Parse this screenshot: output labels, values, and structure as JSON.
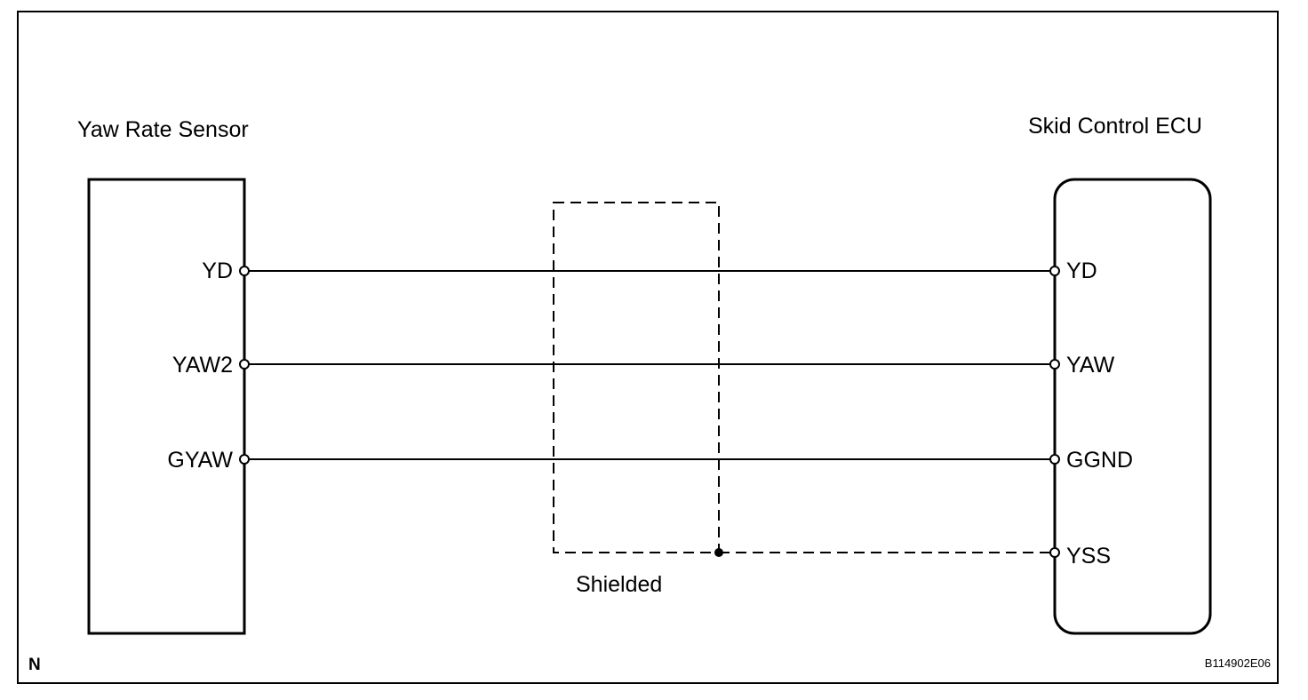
{
  "diagram": {
    "left_component": {
      "title": "Yaw Rate Sensor",
      "pins": [
        "YD",
        "YAW2",
        "GYAW"
      ]
    },
    "right_component": {
      "title": "Skid Control ECU",
      "pins": [
        "YD",
        "YAW",
        "GGND",
        "YSS"
      ]
    },
    "shield_label": "Shielded",
    "corner_mark": "N",
    "figure_code": "B114902E06"
  }
}
